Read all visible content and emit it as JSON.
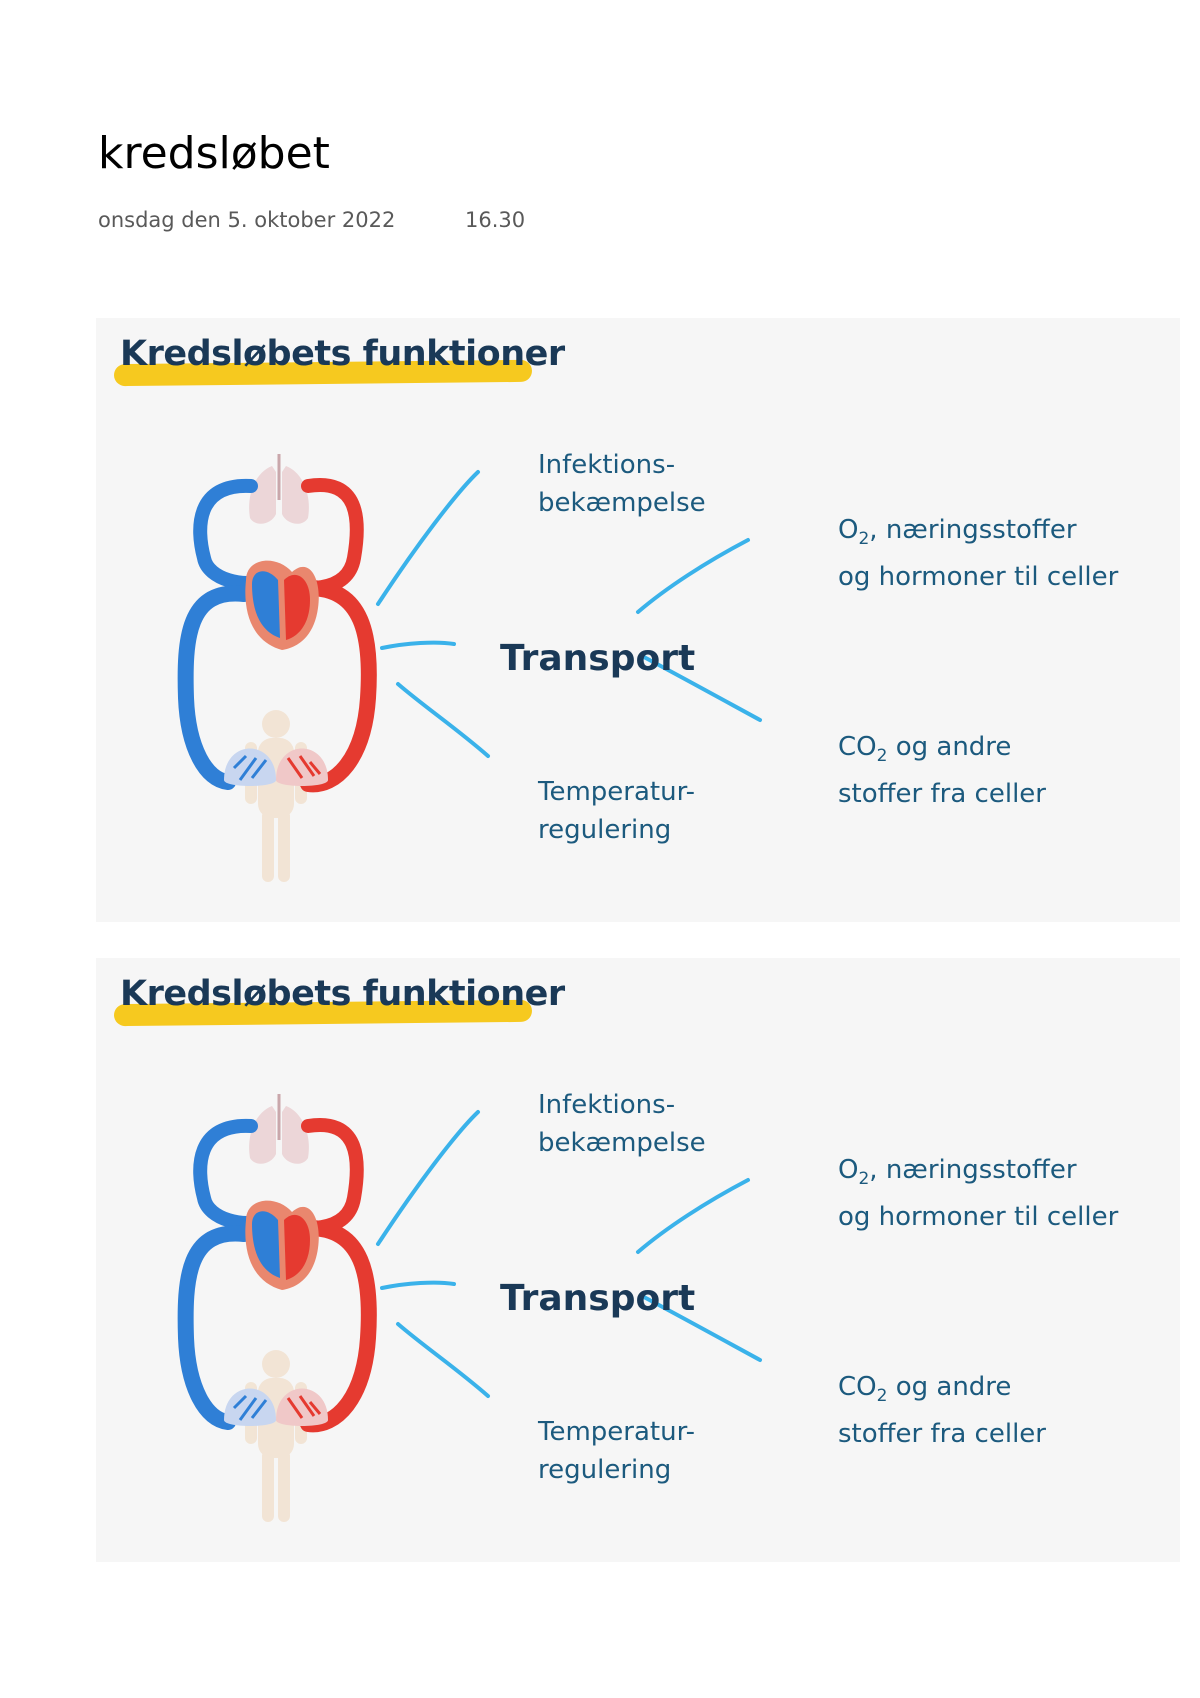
{
  "page": {
    "title": "kredsløbet",
    "date": "onsdag den 5. oktober 2022",
    "time": "16.30"
  },
  "images": [
    {
      "title": "Kredsløbets funktioner",
      "center_label": "Transport",
      "infection_line1": "Infektions-",
      "infection_line2": "bekæmpelse",
      "temp_line1": "Temperatur-",
      "temp_line2": "regulering",
      "o2_prefix": "O",
      "o2_sub": "2",
      "o2_rest": ", næringsstoffer",
      "o2_line2": "og hormoner til celler",
      "co2_prefix": "CO",
      "co2_sub": "2",
      "co2_rest": " og andre",
      "co2_line2": "stoffer fra celler"
    },
    {
      "title": "Kredsløbets funktioner",
      "center_label": "Transport",
      "infection_line1": "Infektions-",
      "infection_line2": "bekæmpelse",
      "temp_line1": "Temperatur-",
      "temp_line2": "regulering",
      "o2_prefix": "O",
      "o2_sub": "2",
      "o2_rest": ", næringsstoffer",
      "o2_line2": "og hormoner til celler",
      "co2_prefix": "CO",
      "co2_sub": "2",
      "co2_rest": " og andre",
      "co2_line2": "stoffer fra celler"
    }
  ],
  "colors": {
    "arterial": "#e53a30",
    "venous": "#2f7fd6",
    "connector": "#3ab2ea",
    "highlight": "#f6c91f",
    "title_text": "#1a3957",
    "label_text": "#1c5a7e"
  },
  "icons": {
    "diagram": "circulatory-system-diagram",
    "lungs": "lungs-icon",
    "heart": "heart-icon",
    "body": "human-body-icon"
  }
}
